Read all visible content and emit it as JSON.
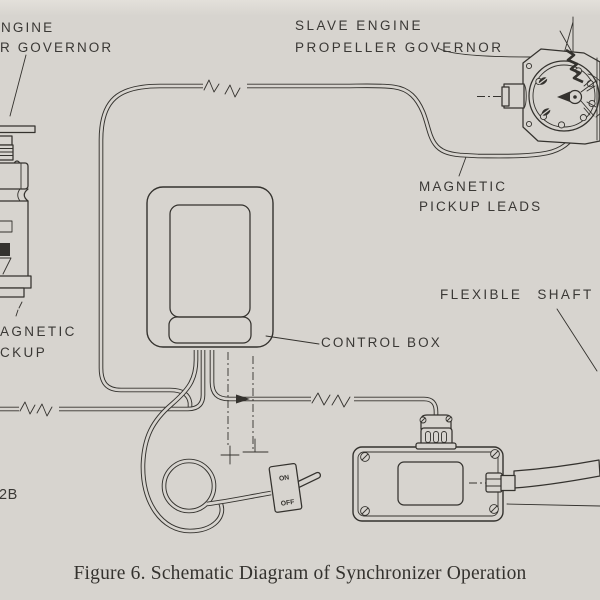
{
  "figure": {
    "caption": "Figure 6. Schematic Diagram of Synchronizer Operation"
  },
  "labels": {
    "master_governor_line1": "NGINE",
    "master_governor_line2": "R GOVERNOR",
    "slave_governor_line1": "SLAVE ENGINE",
    "slave_governor_line2": "PROPELLER GOVERNOR",
    "pickup_leads_line1": "MAGNETIC",
    "pickup_leads_line2": "PICKUP LEADS",
    "flexible_shaft": "FLEXIBLE SHAFT",
    "control_box": "CONTROL BOX",
    "left_pickup_line1": "AGNETIC",
    "left_pickup_line2": "CKUP",
    "corner_fragment": "2B",
    "switch_on": "ON",
    "switch_off": "OFF"
  },
  "components": [
    "master-engine-propeller-governor",
    "slave-engine-propeller-governor",
    "magnetic-pickup",
    "magnetic-pickup-leads",
    "control-box",
    "synchronizer-junction-box",
    "electrical-connector",
    "flexible-shaft",
    "on-off-toggle-switch",
    "cable-slack-loop"
  ],
  "colors": {
    "paper": "#d7d4cf",
    "paper_light": "#e3e0da",
    "ink": "#34322e",
    "label_ink": "#3a3835"
  }
}
